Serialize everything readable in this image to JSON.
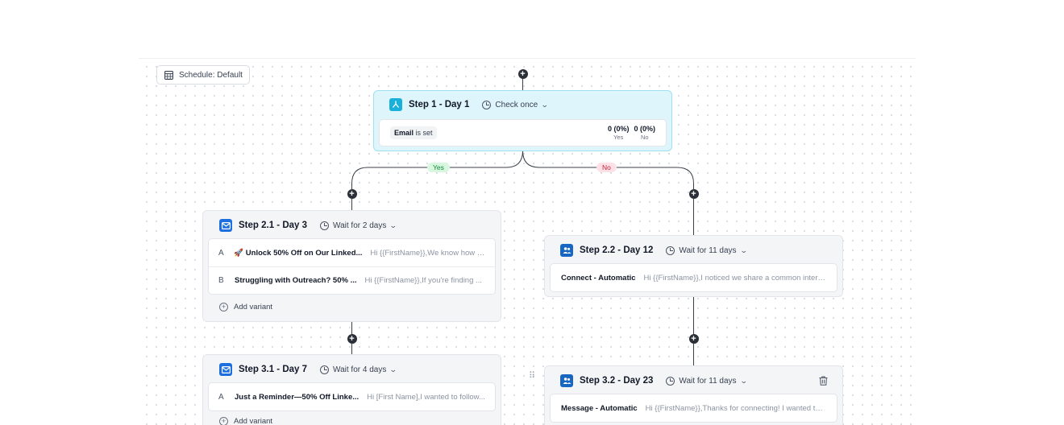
{
  "schedule": {
    "label": "Schedule: Default"
  },
  "step1": {
    "title": "Step 1 - Day 1",
    "wait_label": "Check once",
    "condition_field": "Email",
    "condition_rest": "is set",
    "yes_value": "0 (0%)",
    "yes_label": "Yes",
    "no_value": "0 (0%)",
    "no_label": "No"
  },
  "branches": {
    "yes": "Yes",
    "no": "No"
  },
  "step21": {
    "title": "Step 2.1 - Day 3",
    "wait_label": "Wait for 2 days",
    "variants": [
      {
        "letter": "A",
        "subject": "🚀 Unlock 50% Off on Our Linked...",
        "preview": "Hi {{FirstName}},We know how cr..."
      },
      {
        "letter": "B",
        "subject": "Struggling with Outreach? 50% ...",
        "preview": "Hi {{FirstName}},If you're finding ..."
      }
    ],
    "add_variant": "Add variant"
  },
  "step22": {
    "title": "Step 2.2 - Day 12",
    "wait_label": "Wait for 11 days",
    "action": "Connect - Automatic",
    "preview": "Hi {{FirstName}},I noticed we share a common interes..."
  },
  "step31": {
    "title": "Step 3.1 - Day 7",
    "wait_label": "Wait for 4 days",
    "variants": [
      {
        "letter": "A",
        "subject": "Just a Reminder—50% Off Linke...",
        "preview": "Hi [First Name],I wanted to follow..."
      }
    ],
    "add_variant": "Add variant"
  },
  "step32": {
    "title": "Step 3.2 - Day 23",
    "wait_label": "Wait for 11 days",
    "action": "Message - Automatic",
    "preview": "Hi {{FirstName}},Thanks for connecting! I wanted to s..."
  },
  "colors": {
    "condition_bg": "#dff5fc",
    "condition_border": "#9fdff2",
    "email_icon": "#1d6fe0",
    "linkedin_icon": "#1766c2",
    "yes": "#1b8a3d",
    "no": "#c2263f"
  }
}
